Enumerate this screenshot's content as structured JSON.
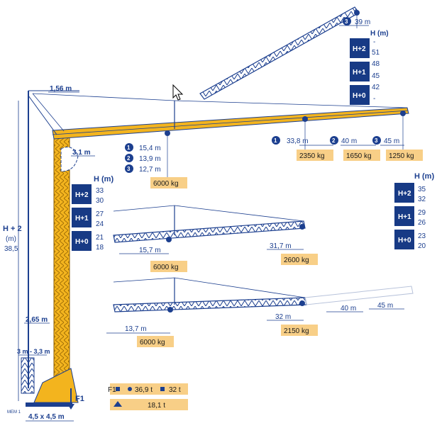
{
  "colors": {
    "crane_blue": "#1c3f8f",
    "crane_yellow": "#f3b41e",
    "label_box": "#f8cf87",
    "dark_box": "#173a85",
    "accent": "#1c3f8f"
  },
  "left_dims": {
    "top": "1,56 m",
    "inner": "3,1 m",
    "height_title": "H + 2",
    "height_unit": "(m)",
    "height_value": "38,5",
    "mid": "2,65 m",
    "ballast": "3 m - 3,3 m",
    "base": "4,5 x 4,5 m",
    "mem": "MEM 1",
    "f1": "F1"
  },
  "config_a": {
    "header": "H (m)",
    "rows": [
      {
        "tag": "H+2",
        "values": [
          "33",
          "30"
        ]
      },
      {
        "tag": "H+1",
        "values": [
          "27",
          "24"
        ]
      },
      {
        "tag": "H+0",
        "values": [
          "21",
          "18"
        ]
      }
    ],
    "hook_radii": [
      {
        "num": "1",
        "value": "15,4 m"
      },
      {
        "num": "2",
        "value": "13,9 m"
      },
      {
        "num": "3",
        "value": "12,7 m"
      }
    ],
    "load": "6000 kg",
    "tips": [
      {
        "num": "1",
        "dist": "33,8 m",
        "load": "2350 kg"
      },
      {
        "num": "2",
        "dist": "40 m",
        "load": "1650 kg"
      },
      {
        "num": "3",
        "dist": "45 m",
        "load": "1250 kg"
      }
    ]
  },
  "config_b": {
    "header": "H (m)",
    "rows": [
      {
        "tag": "H+2",
        "values": [
          "35",
          "32"
        ]
      },
      {
        "tag": "H+1",
        "values": [
          "29",
          "26"
        ]
      },
      {
        "tag": "H+0",
        "values": [
          "23",
          "20"
        ]
      }
    ]
  },
  "luffed": {
    "num": "3",
    "dist": "39 m",
    "header": "H (m)",
    "top_dash": "-",
    "rows": [
      {
        "tag": "H+2",
        "values": [
          "51",
          "48"
        ]
      },
      {
        "tag": "H+1",
        "values": [
          "45",
          "42"
        ]
      },
      {
        "tag": "H+0",
        "values": [
          "-"
        ]
      }
    ]
  },
  "middle_jib": {
    "near_dist": "15,7 m",
    "near_load": "6000 kg",
    "far_dist": "31,7 m",
    "far_load": "2600 kg"
  },
  "bottom_jib": {
    "near_dist": "13,7 m",
    "near_load": "6000 kg",
    "far_dist": "32 m",
    "far_load": "2150 kg",
    "ext1": "40 m",
    "ext2": "45 m"
  },
  "weights": {
    "f1_label": "F1",
    "f1_value_a": "36,9 t",
    "f1_value_b": "32 t",
    "ballast_value": "18,1 t"
  }
}
